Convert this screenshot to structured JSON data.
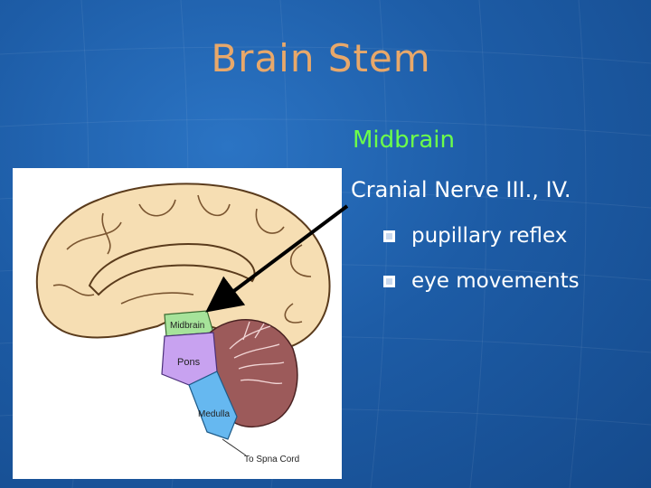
{
  "slide": {
    "title": "Brain Stem",
    "subtitle": "Midbrain",
    "heading": "Cranial Nerve III., IV.",
    "bullets": [
      "pupillary reflex",
      "eye movements"
    ]
  },
  "figure": {
    "labels": {
      "midbrain": "Midbrain",
      "pons": "Pons",
      "medulla": "Medulla",
      "spinal_cord": "To Spna Cord"
    }
  },
  "colors": {
    "background": "#1f5fa8",
    "title": "#e8a86a",
    "subtitle": "#6cff4a",
    "text": "#ffffff",
    "brain": "#f6deb3",
    "midbrain": "#a6e39a",
    "pons": "#c8a2f0",
    "medulla": "#66b8f0",
    "cerebellum": "#9c5a5a"
  }
}
